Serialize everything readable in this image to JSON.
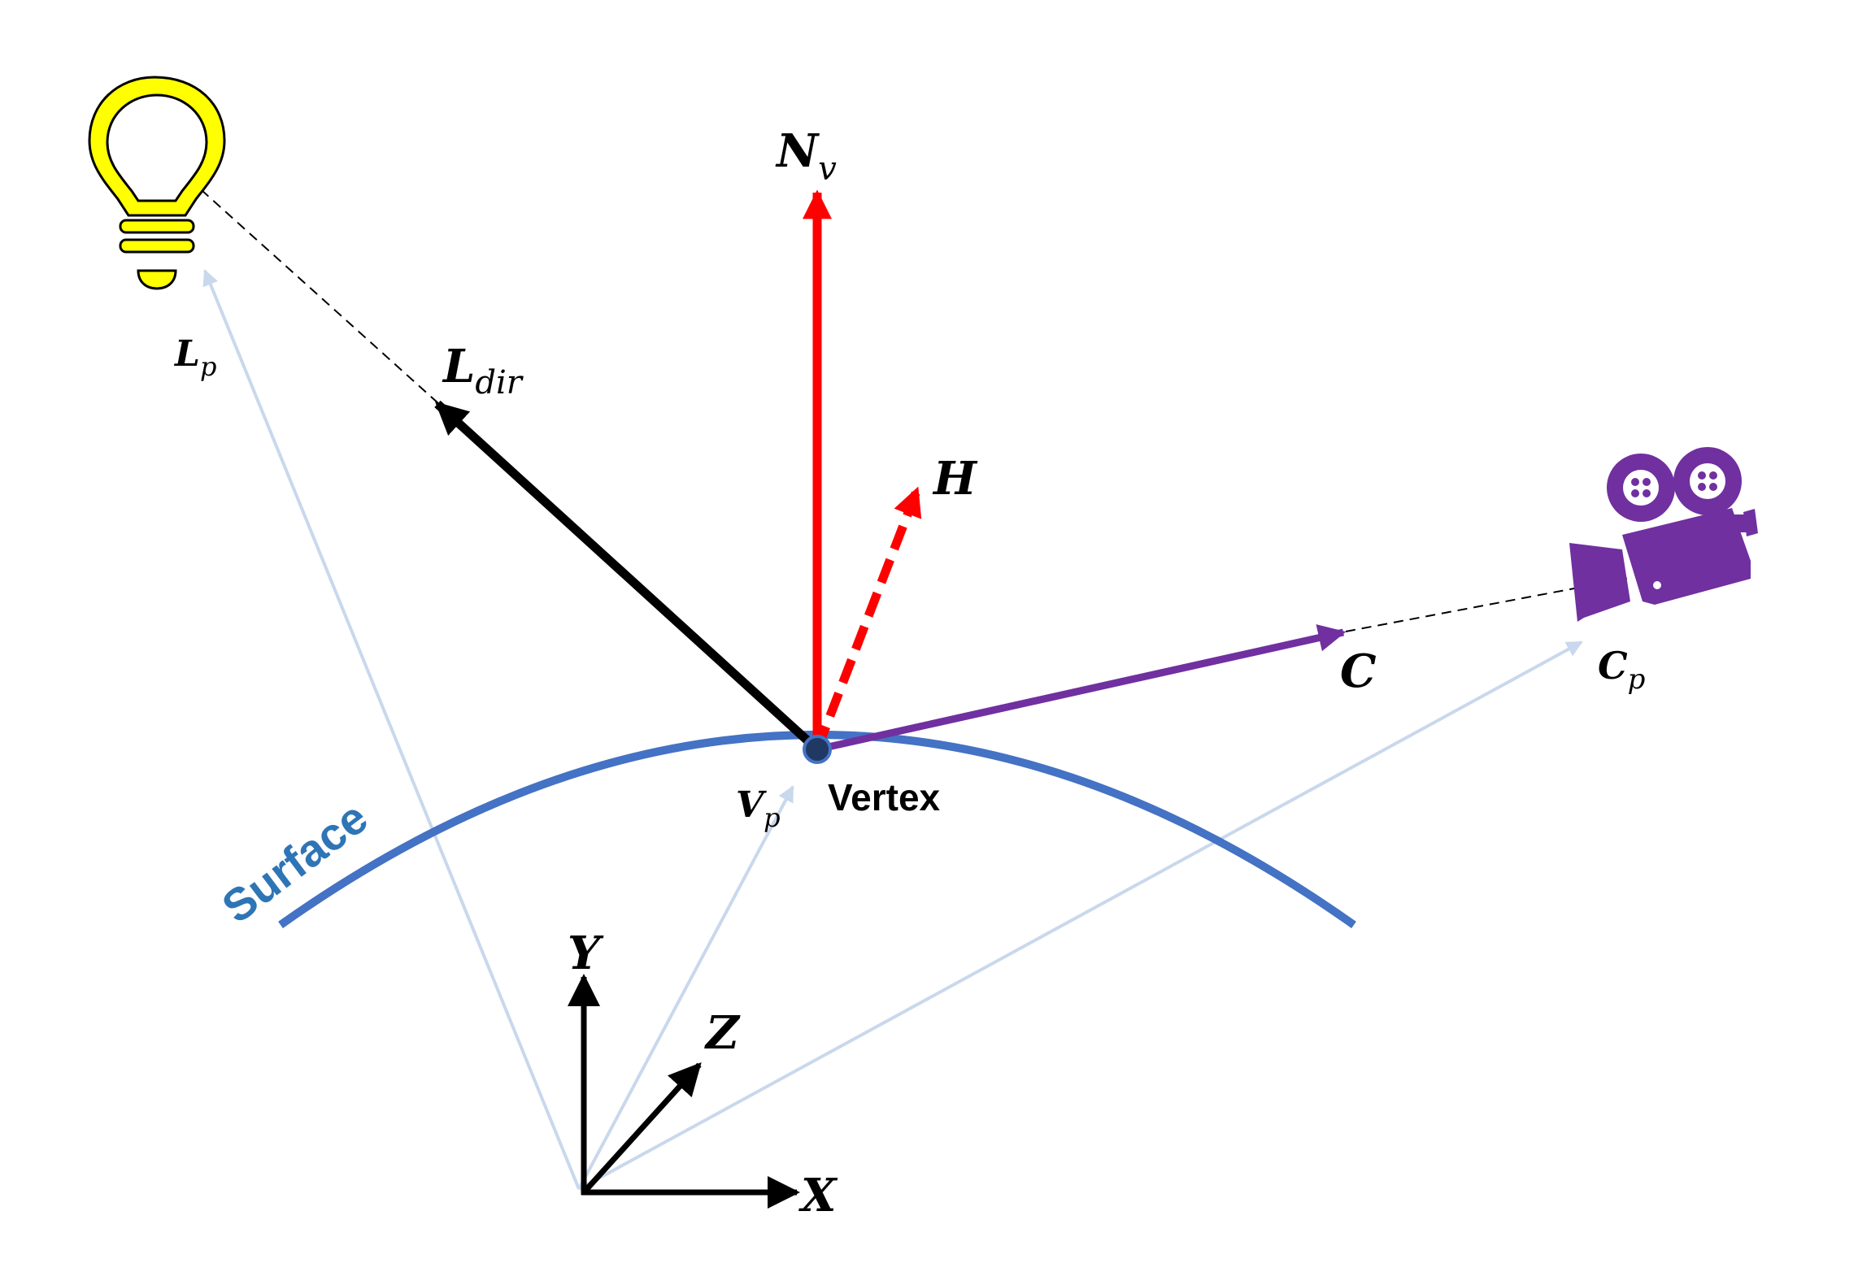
{
  "labels": {
    "normal": {
      "main": "N",
      "sub": "v"
    },
    "light_dir": {
      "main": "L",
      "sub": "dir"
    },
    "light_pos": {
      "main": "L",
      "sub": "p"
    },
    "half": "H",
    "camera_dir": "C",
    "camera_pos": {
      "main": "C",
      "sub": "p"
    },
    "vertex_pos": {
      "main": "V",
      "sub": "p"
    },
    "vertex": "Vertex",
    "surface": "Surface",
    "axis_x": "X",
    "axis_y": "Y",
    "axis_z": "Z"
  },
  "icons": {
    "light": "light-bulb-icon",
    "camera": "movie-camera-icon"
  },
  "colors": {
    "normal": "#ff0000",
    "half": "#ff0000",
    "light_dir": "#000000",
    "camera_dir": "#7030a0",
    "surface": "#4472c4",
    "surface_label": "#2e75b6",
    "position_vectors": "#c9d8ec",
    "vertex_fill": "#1f3864",
    "bulb": "#ffff00",
    "camera": "#7030a0"
  }
}
